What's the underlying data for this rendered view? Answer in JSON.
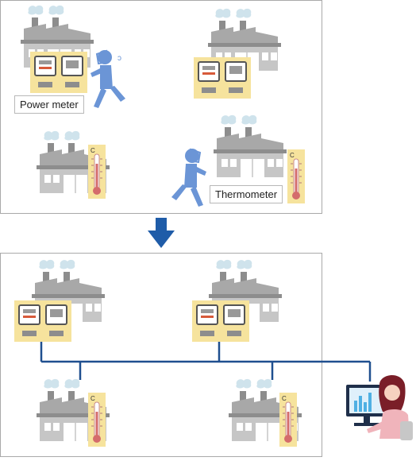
{
  "labels": {
    "power_meter": "Power meter",
    "thermometer": "Thermometer"
  },
  "thermometer_unit": "C",
  "colors": {
    "panel_border": "#a9a9a9",
    "factory": "#b7b7b7",
    "factory_dark": "#8d8d8d",
    "smoke": "#cfe3ec",
    "meter_panel": "#f6e39d",
    "network_line": "#1f4f8f",
    "arrow": "#1f5ca8",
    "worker": "#6b95d6",
    "thermo_bg": "#f6e39d",
    "thermo_red": "#d46c6c",
    "operator_hair": "#7a1e28",
    "operator_shirt": "#f0b4bb",
    "monitor": "#1f2f4a",
    "screen": "#dff0fb",
    "screen_bars": "#4fb0e3"
  }
}
